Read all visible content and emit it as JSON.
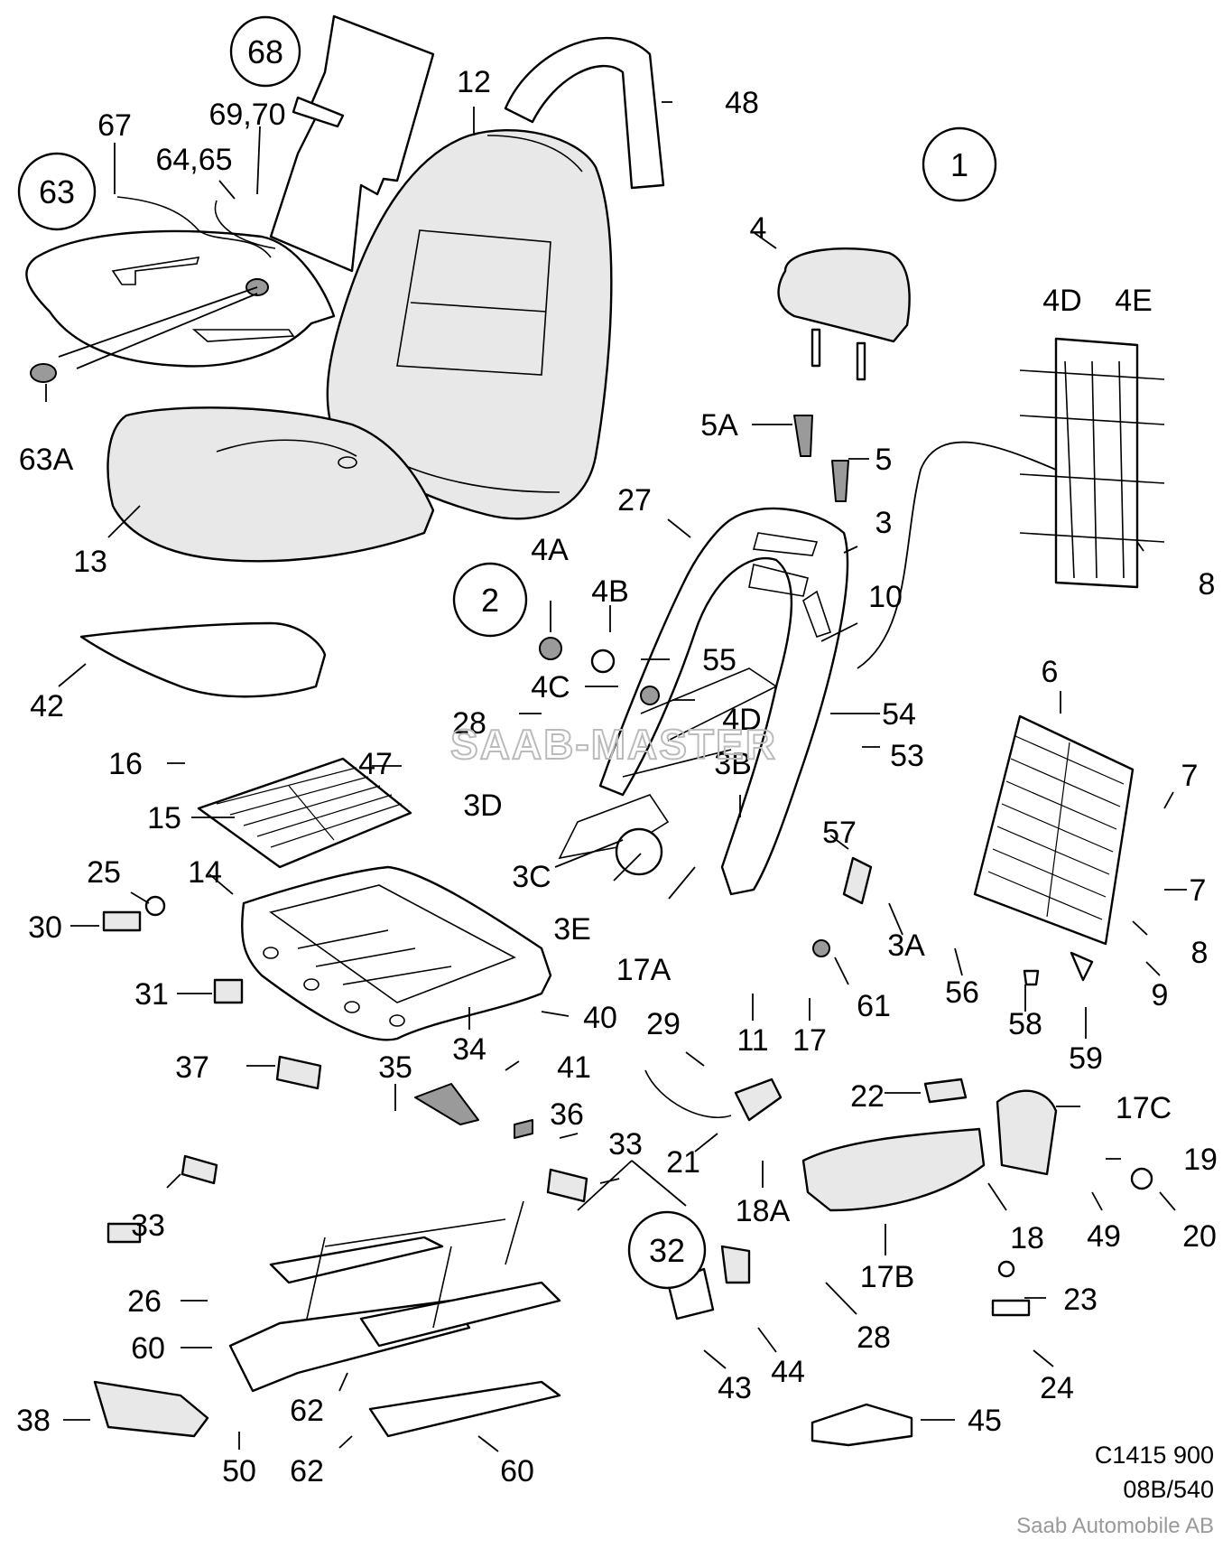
{
  "watermark": "SAAB-MASTER",
  "circled_labels": [
    "68",
    "63",
    "1",
    "2",
    "32"
  ],
  "callouts": [
    "12",
    "48",
    "67",
    "69,70",
    "64,65",
    "4",
    "4D",
    "4E",
    "63A",
    "5A",
    "5",
    "27",
    "3",
    "8",
    "13",
    "4A",
    "4B",
    "10",
    "55",
    "42",
    "4C",
    "4D",
    "54",
    "28",
    "6",
    "16",
    "47",
    "3B",
    "53",
    "7",
    "3D",
    "15",
    "57",
    "25",
    "14",
    "3C",
    "7",
    "30",
    "3E",
    "17A",
    "3A",
    "8",
    "56",
    "31",
    "11",
    "17",
    "61",
    "9",
    "40",
    "29",
    "58",
    "34",
    "59",
    "37",
    "35",
    "41",
    "22",
    "17C",
    "36",
    "33",
    "21",
    "19",
    "18A",
    "33",
    "49",
    "18",
    "20",
    "26",
    "17B",
    "23",
    "28",
    "60",
    "44",
    "43",
    "24",
    "62",
    "38",
    "45",
    "50",
    "62",
    "60"
  ],
  "footer": {
    "drawing_code": "C1415 900",
    "page_ref": "08B/540",
    "copyright": "Saab Automobile AB"
  }
}
